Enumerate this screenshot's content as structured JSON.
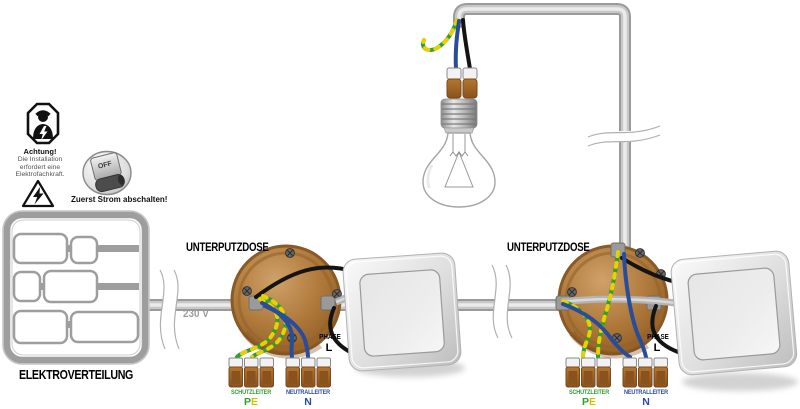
{
  "safety": {
    "attention_title": "Achtung!",
    "attention_line1": "Die Installation",
    "attention_line2": "erfordert eine",
    "attention_line3": "Elektrofachkraft.",
    "power_off_note": "Zuerst Strom abschalten!",
    "off_button_label": "OFF"
  },
  "distribution_board": {
    "label": "ELEKTROVERTEILUNG"
  },
  "supply_line": {
    "voltage_label": "230 V"
  },
  "junction_box_left": {
    "label": "UNTERPUTZDOSE",
    "phase": {
      "label": "PHASE",
      "symbol": "L"
    },
    "pe_terminal": {
      "label": "SCHUTZLEITER",
      "symbol_p": "P",
      "symbol_e": "E"
    },
    "n_terminal": {
      "label": "NEUTRALLEITER",
      "symbol": "N"
    }
  },
  "junction_box_right": {
    "label": "UNTERPUTZDOSE",
    "phase": {
      "label": "PHASE",
      "symbol": "L"
    },
    "pe_terminal": {
      "label": "SCHUTZLEITER",
      "symbol_p": "P",
      "symbol_e": "E"
    },
    "n_terminal": {
      "label": "NEUTRALLEITER",
      "symbol": "N"
    }
  },
  "colors": {
    "pe_green": "#2f9e36",
    "pe_yellow": "#e8d100",
    "neutral_blue": "#2a4d9b",
    "phase_black": "#141414",
    "conduit_gray": "#c8c8c8",
    "box_brown": "#b07a3c",
    "voltage_label_gray": "#9a9a9a"
  }
}
